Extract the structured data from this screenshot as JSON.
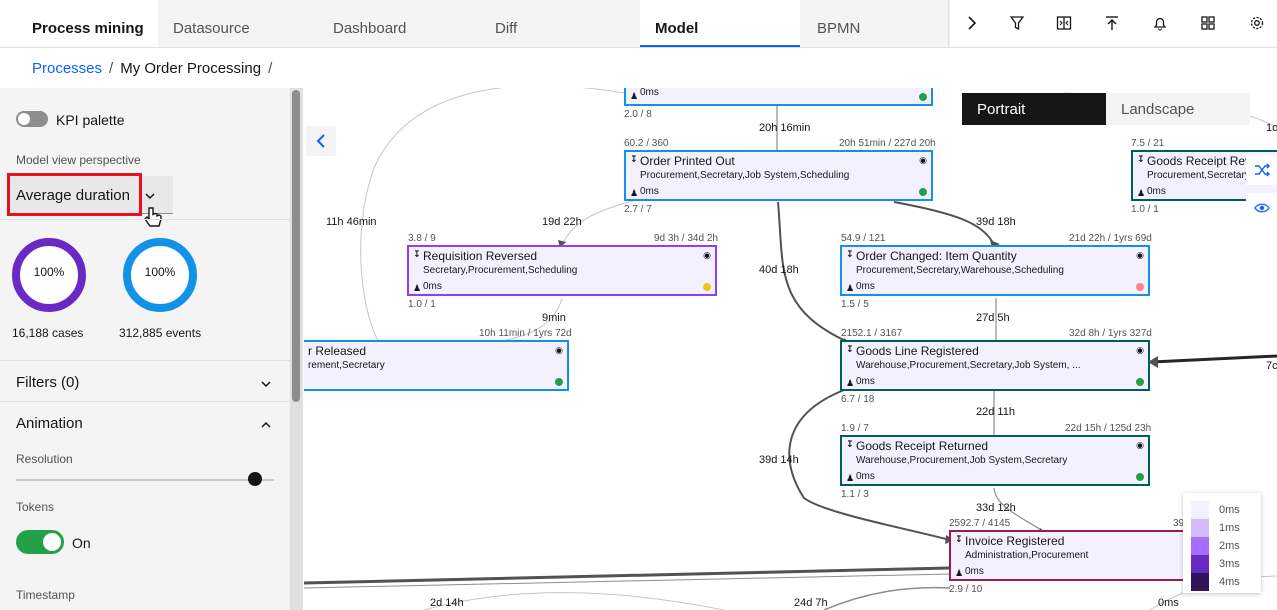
{
  "header": {
    "app_title": "Process mining",
    "tabs": [
      {
        "label": "Datasource"
      },
      {
        "label": "Dashboard"
      },
      {
        "label": "Diff"
      },
      {
        "label": "Model"
      },
      {
        "label": "BPMN"
      }
    ],
    "active_tab": "Model",
    "toolbar_icons": [
      "chevron-right-icon",
      "filter-icon",
      "compare-icon",
      "upload-icon",
      "notification-icon",
      "apps-icon",
      "settings-icon"
    ]
  },
  "breadcrumb": {
    "items": [
      "Processes",
      "My Order Processing"
    ],
    "separator": "/"
  },
  "sidebar": {
    "kpi_palette_label": "KPI palette",
    "kpi_palette_on": false,
    "perspective_label": "Model view perspective",
    "perspective_value": "Average duration",
    "cases_percent": "100%",
    "cases_label": "16,188 cases",
    "events_percent": "100%",
    "events_label": "312,885 events",
    "filters_label": "Filters (0)",
    "animation_label": "Animation",
    "resolution_label": "Resolution",
    "resolution_level": 0.93,
    "tokens_label": "Tokens",
    "tokens_state": "On",
    "timestamp_label": "Timestamp",
    "colors": {
      "cases_ring": "#6929c4",
      "events_ring": "#1192e8"
    }
  },
  "canvas": {
    "orientation": {
      "portrait": "Portrait",
      "landscape": "Landscape",
      "selected": "Portrait"
    },
    "nodes": [
      {
        "title": "",
        "roles": "",
        "ms": "0ms",
        "top_left": "",
        "top_right": "",
        "bottom": "2.0 / 8"
      },
      {
        "title": "Order Printed Out",
        "roles": "Procurement,Secretary,Job System,Scheduling",
        "ms": "0ms",
        "top_left": "60.2 / 360",
        "top_right": "20h 51min / 227d 20h",
        "bottom": "2.7 / 7"
      },
      {
        "title": "Goods Receipt Rev",
        "roles": "Procurement,Secretary",
        "ms": "0ms",
        "top_left": "7.5 / 21",
        "top_right": "",
        "bottom": "1.0 / 1"
      },
      {
        "title": "Requisition Reversed",
        "roles": "Secretary,Procurement,Scheduling",
        "ms": "0ms",
        "top_left": "3.8 / 9",
        "top_right": "9d 3h / 34d 2h",
        "bottom": "1.0 / 1"
      },
      {
        "title": "Order Changed: Item Quantity",
        "roles": "Procurement,Secretary,Warehouse,Scheduling",
        "ms": "0ms",
        "top_left": "54.9 / 121",
        "top_right": "21d 22h / 1yrs 69d",
        "bottom": "1.5 / 5"
      },
      {
        "title": "r Released",
        "roles": "rement,Secretary",
        "ms": "",
        "top_left": "",
        "top_right": "10h 11min / 1yrs 72d",
        "bottom": ""
      },
      {
        "title": "Goods Line Registered",
        "roles": "Warehouse,Procurement,Secretary,Job System, ...",
        "ms": "0ms",
        "top_left": "2152.1 / 3167",
        "top_right": "32d 8h / 1yrs 327d",
        "bottom": "6.7 / 18"
      },
      {
        "title": "Goods Receipt Returned",
        "roles": "Warehouse,Procurement,Job System,Secretary",
        "ms": "0ms",
        "top_left": "1.9 / 7",
        "top_right": "22d 15h / 125d 23h",
        "bottom": "1.1 / 3"
      },
      {
        "title": "Invoice Registered",
        "roles": "Administration,Procurement",
        "ms": "0ms",
        "top_left": "2592.7 / 4145",
        "top_right": "39",
        "bottom": "2.9 / 10"
      }
    ],
    "edge_labels": [
      "20h 16min",
      "11h 46min",
      "19d 22h",
      "39d 18h",
      "40d 18h",
      "9min",
      "27d 5h",
      "22d 11h",
      "39d 14h",
      "33d 12h",
      "2d 14h",
      "24d 7h",
      "0ms",
      "1c",
      "7c"
    ],
    "legend": [
      {
        "label": "0ms",
        "color": "#f3f1ff"
      },
      {
        "label": "1ms",
        "color": "#d4bbff"
      },
      {
        "label": "2ms",
        "color": "#a56eff"
      },
      {
        "label": "3ms",
        "color": "#6929c4"
      },
      {
        "label": "4ms",
        "color": "#31135e"
      }
    ]
  }
}
